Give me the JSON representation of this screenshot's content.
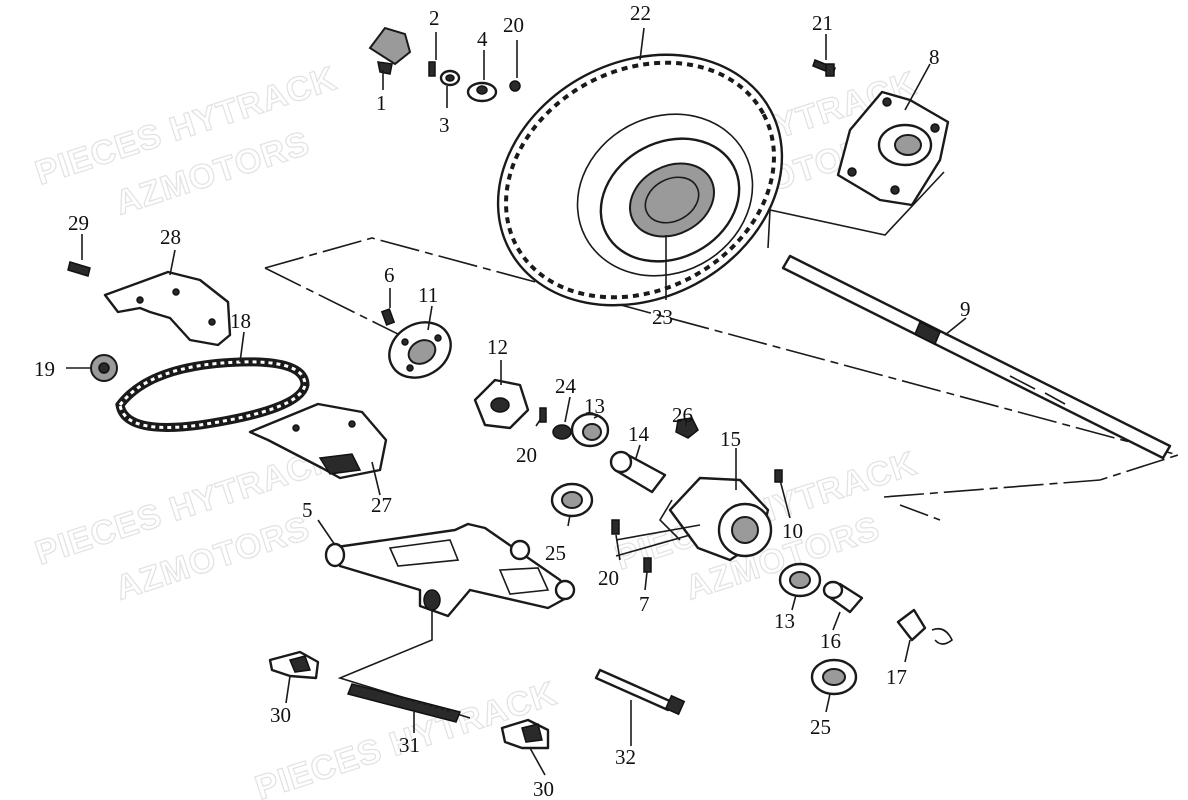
{
  "callouts": [
    {
      "id": "c1",
      "label": "1"
    },
    {
      "id": "c2",
      "label": "2"
    },
    {
      "id": "c3",
      "label": "3"
    },
    {
      "id": "c4",
      "label": "4"
    },
    {
      "id": "c20a",
      "label": "20"
    },
    {
      "id": "c22",
      "label": "22"
    },
    {
      "id": "c21",
      "label": "21"
    },
    {
      "id": "c8",
      "label": "8"
    },
    {
      "id": "c29",
      "label": "29"
    },
    {
      "id": "c28",
      "label": "28"
    },
    {
      "id": "c6",
      "label": "6"
    },
    {
      "id": "c11",
      "label": "11"
    },
    {
      "id": "c23",
      "label": "23"
    },
    {
      "id": "c9",
      "label": "9"
    },
    {
      "id": "c18",
      "label": "18"
    },
    {
      "id": "c19",
      "label": "19"
    },
    {
      "id": "c12",
      "label": "12"
    },
    {
      "id": "c24",
      "label": "24"
    },
    {
      "id": "c13a",
      "label": "13"
    },
    {
      "id": "c20b",
      "label": "20"
    },
    {
      "id": "c26",
      "label": "26"
    },
    {
      "id": "c14",
      "label": "14"
    },
    {
      "id": "c15",
      "label": "15"
    },
    {
      "id": "c27",
      "label": "27"
    },
    {
      "id": "c5",
      "label": "5"
    },
    {
      "id": "c25a",
      "label": "25"
    },
    {
      "id": "c10",
      "label": "10"
    },
    {
      "id": "c20c",
      "label": "20"
    },
    {
      "id": "c7",
      "label": "7"
    },
    {
      "id": "c13b",
      "label": "13"
    },
    {
      "id": "c16",
      "label": "16"
    },
    {
      "id": "c17",
      "label": "17"
    },
    {
      "id": "c25b",
      "label": "25"
    },
    {
      "id": "c30a",
      "label": "30"
    },
    {
      "id": "c31",
      "label": "31"
    },
    {
      "id": "c32",
      "label": "32"
    },
    {
      "id": "c30b",
      "label": "30"
    }
  ],
  "watermarks": {
    "line1": "PIECES HYTRACK",
    "line2": "AZMOTORS"
  },
  "colors": {
    "ink": "#1a1a1a",
    "watermark": "#e2e2e2",
    "background": "#ffffff"
  }
}
